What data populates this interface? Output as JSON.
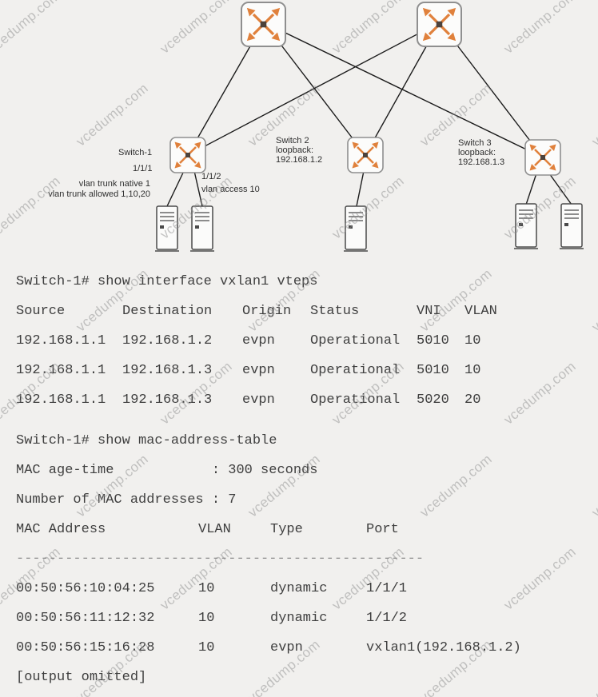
{
  "watermark": {
    "text": "vcedump.com"
  },
  "diagram": {
    "switch1": {
      "name": "Switch-1",
      "port1_id": "1/1/1",
      "port1_line1": "vlan trunk native 1",
      "port1_line2": "vlan trunk allowed 1,10,20",
      "port2_id": "1/1/2",
      "port2_desc": "vlan access 10"
    },
    "switch2": {
      "name": "Switch 2",
      "loopback_label": "loopback:",
      "loopback_ip": "192.168.1.2"
    },
    "switch3": {
      "name": "Switch 3",
      "loopback_label": "loopback:",
      "loopback_ip": "192.168.1.3"
    }
  },
  "console": {
    "cmd_vteps": "Switch-1# show interface vxlan1 vteps",
    "vteps": {
      "headers": {
        "source": "Source",
        "destination": "Destination",
        "origin": "Origin",
        "status": "Status",
        "vni": "VNI",
        "vlan": "VLAN"
      },
      "rows": [
        {
          "source": "192.168.1.1",
          "destination": "192.168.1.2",
          "origin": "evpn",
          "status": "Operational",
          "vni": "5010",
          "vlan": "10"
        },
        {
          "source": "192.168.1.1",
          "destination": "192.168.1.3",
          "origin": "evpn",
          "status": "Operational",
          "vni": "5010",
          "vlan": "10"
        },
        {
          "source": "192.168.1.1",
          "destination": "192.168.1.3",
          "origin": "evpn",
          "status": "Operational",
          "vni": "5020",
          "vlan": "20"
        }
      ]
    },
    "cmd_mac": "Switch-1# show mac-address-table",
    "mac_age": "MAC age-time            : 300 seconds",
    "mac_count": "Number of MAC addresses : 7",
    "mac_table": {
      "headers": {
        "address": "MAC Address",
        "vlan": "VLAN",
        "type": "Type",
        "port": "Port"
      },
      "separator": "--------------------------------------------------",
      "rows": [
        {
          "address": "00:50:56:10:04:25",
          "vlan": "10",
          "type": "dynamic",
          "port": "1/1/1"
        },
        {
          "address": "00:50:56:11:12:32",
          "vlan": "10",
          "type": "dynamic",
          "port": "1/1/2"
        },
        {
          "address": "00:50:56:15:16:28",
          "vlan": "10",
          "type": "evpn",
          "port": "vxlan1(192.168.1.2)"
        }
      ]
    },
    "footer": "[output omitted]"
  }
}
